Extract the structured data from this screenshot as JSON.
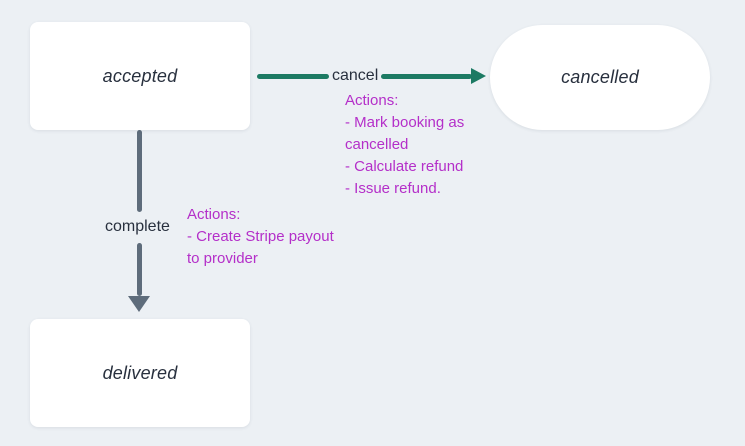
{
  "diagram": {
    "title": "booking state transition diagram",
    "background_color": "#ecf0f4",
    "node_background_color": "#ffffff",
    "node_text_color": "#28303e",
    "nodes": {
      "accepted": {
        "label": "accepted",
        "shape": "rounded-rect"
      },
      "cancelled": {
        "label": "cancelled",
        "shape": "stadium"
      },
      "delivered": {
        "label": "delivered",
        "shape": "rounded-rect"
      }
    },
    "edges": {
      "cancel": {
        "label": "cancel",
        "from": "accepted",
        "to": "cancelled",
        "color": "#1c7a63"
      },
      "complete": {
        "label": "complete",
        "from": "accepted",
        "to": "delivered",
        "color": "#5e6c7b"
      }
    },
    "annotations": {
      "color": "#b42fc9",
      "cancel_actions": {
        "lines": [
          "Actions:",
          "- Mark booking as",
          "cancelled",
          "- Calculate refund",
          "- Issue refund."
        ]
      },
      "complete_actions": {
        "lines": [
          "Actions:",
          "- Create Stripe payout",
          "to provider"
        ]
      }
    }
  }
}
